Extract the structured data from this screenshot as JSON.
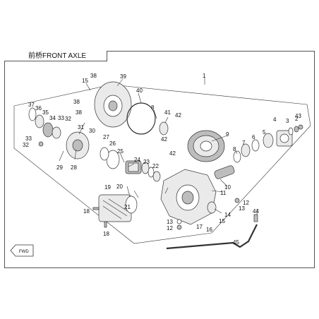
{
  "title": "前桥FRONT AXLE",
  "badge_text": "FWD",
  "callouts": [
    {
      "id": "c1",
      "text": "1"
    },
    {
      "id": "c2",
      "text": "2"
    },
    {
      "id": "c3",
      "text": "3"
    },
    {
      "id": "c4",
      "text": "4"
    },
    {
      "id": "c5",
      "text": "5"
    },
    {
      "id": "c6",
      "text": "6"
    },
    {
      "id": "c7",
      "text": "7"
    },
    {
      "id": "c8a",
      "text": "8"
    },
    {
      "id": "c8b",
      "text": "8"
    },
    {
      "id": "c9",
      "text": "9"
    },
    {
      "id": "c10",
      "text": "10"
    },
    {
      "id": "c11",
      "text": "11"
    },
    {
      "id": "c12a",
      "text": "12"
    },
    {
      "id": "c12b",
      "text": "12"
    },
    {
      "id": "c13a",
      "text": "13"
    },
    {
      "id": "c13b",
      "text": "13"
    },
    {
      "id": "c14",
      "text": "14"
    },
    {
      "id": "c15a",
      "text": "15"
    },
    {
      "id": "c15b",
      "text": "15"
    },
    {
      "id": "c16",
      "text": "16"
    },
    {
      "id": "c17",
      "text": "17"
    },
    {
      "id": "c18a",
      "text": "18"
    },
    {
      "id": "c18b",
      "text": "18"
    },
    {
      "id": "c19",
      "text": "19"
    },
    {
      "id": "c20",
      "text": "20"
    },
    {
      "id": "c21",
      "text": "21"
    },
    {
      "id": "c22",
      "text": "22"
    },
    {
      "id": "c23",
      "text": "23"
    },
    {
      "id": "c24",
      "text": "24"
    },
    {
      "id": "c25",
      "text": "25"
    },
    {
      "id": "c26",
      "text": "26"
    },
    {
      "id": "c27",
      "text": "27"
    },
    {
      "id": "c28",
      "text": "28"
    },
    {
      "id": "c29",
      "text": "29"
    },
    {
      "id": "c30",
      "text": "30"
    },
    {
      "id": "c31",
      "text": "31"
    },
    {
      "id": "c32a",
      "text": "32"
    },
    {
      "id": "c32b",
      "text": "32"
    },
    {
      "id": "c33a",
      "text": "33"
    },
    {
      "id": "c33b",
      "text": "33"
    },
    {
      "id": "c34",
      "text": "34"
    },
    {
      "id": "c35",
      "text": "35"
    },
    {
      "id": "c36",
      "text": "36"
    },
    {
      "id": "c37",
      "text": "37"
    },
    {
      "id": "c38a",
      "text": "38"
    },
    {
      "id": "c38b",
      "text": "38"
    },
    {
      "id": "c38c",
      "text": "38"
    },
    {
      "id": "c39",
      "text": "39"
    },
    {
      "id": "c40",
      "text": "40"
    },
    {
      "id": "c41",
      "text": "41"
    },
    {
      "id": "c42a",
      "text": "42"
    },
    {
      "id": "c42b",
      "text": "42"
    },
    {
      "id": "c42c",
      "text": "42"
    },
    {
      "id": "c43",
      "text": "43"
    },
    {
      "id": "c44",
      "text": "44"
    },
    {
      "id": "c45",
      "text": "45"
    }
  ]
}
